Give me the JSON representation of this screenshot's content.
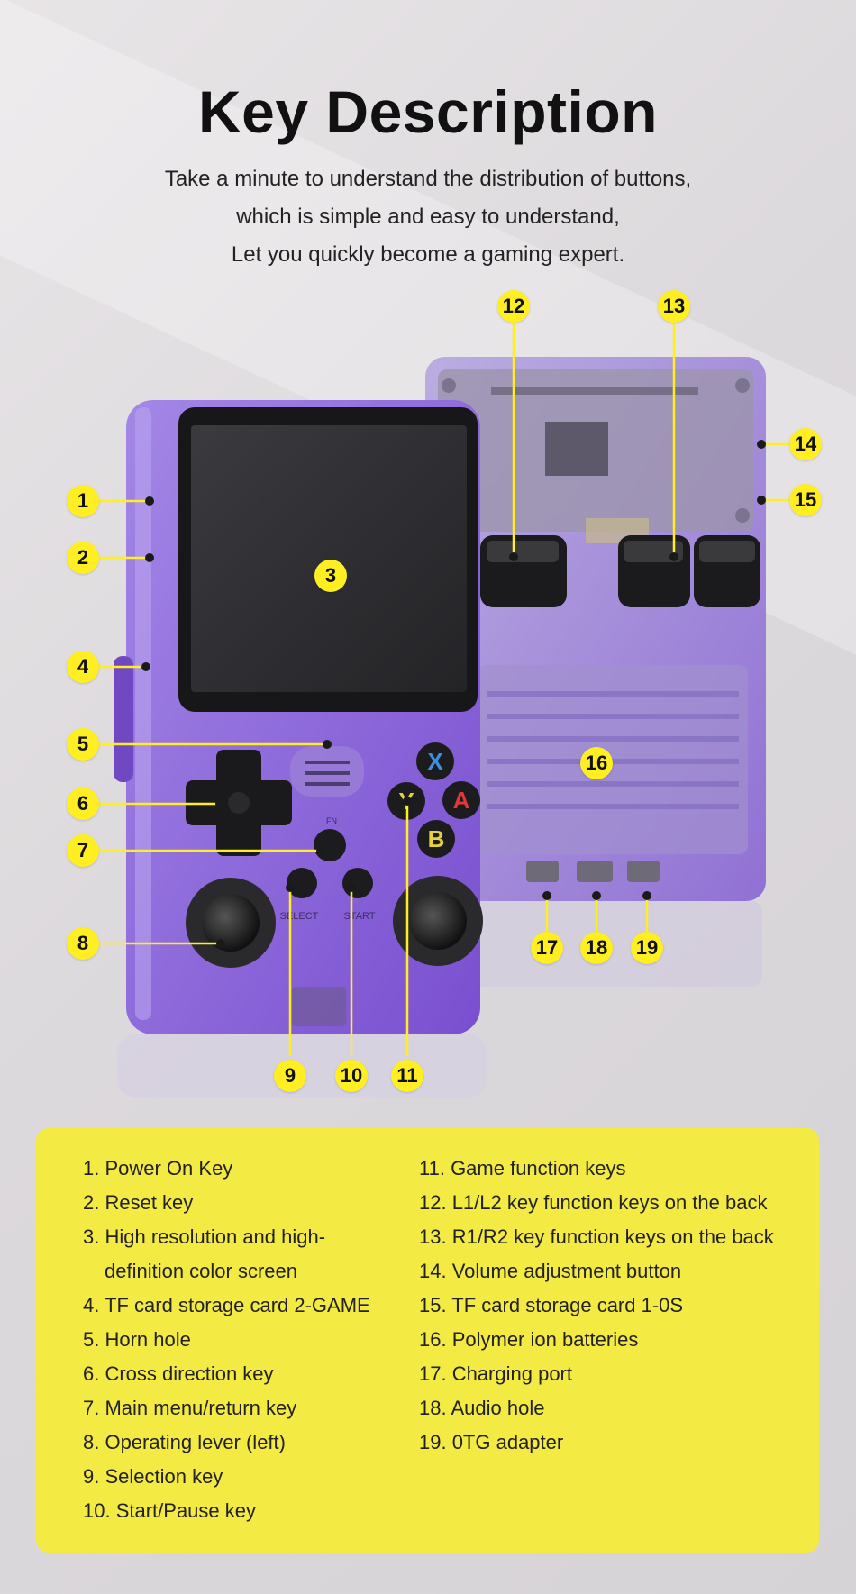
{
  "header": {
    "title": "Key Description",
    "subtitle_lines": [
      "Take a minute to understand the distribution of buttons,",
      "which is simple and easy to understand,",
      "Let you quickly become a gaming expert."
    ]
  },
  "device": {
    "front_buttons": {
      "x": "X",
      "a": "A",
      "y": "Y",
      "b": "B"
    },
    "select_label": "SELECT",
    "start_label": "START",
    "fn_label": "FN"
  },
  "callouts": [
    "1",
    "2",
    "3",
    "4",
    "5",
    "6",
    "7",
    "8",
    "9",
    "10",
    "11",
    "12",
    "13",
    "14",
    "15",
    "16",
    "17",
    "18",
    "19"
  ],
  "legend": {
    "left": [
      "1. Power On Key",
      "2. Reset key",
      "3. High resolution and high-",
      "definition color screen",
      "4. TF card storage card 2-GAME",
      "5. Horn hole",
      "6. Cross direction key",
      "7. Main menu/return key",
      "8. Operating lever (left)",
      "9. Selection key",
      "10. Start/Pause key"
    ],
    "right": [
      "11. Game function keys",
      "12. L1/L2 key function keys on the back",
      "13. R1/R2 key function keys on the back",
      "14. Volume adjustment button",
      "15. TF card storage card 1-0S",
      "16. Polymer ion batteries",
      "17. Charging port",
      "18. Audio hole",
      "19. 0TG adapter"
    ]
  },
  "colors": {
    "accent_yellow": "#ffee22",
    "legend_bg": "#f4ea44",
    "device_purple": "#8a5bd6",
    "screen": "#2b2b2e"
  }
}
